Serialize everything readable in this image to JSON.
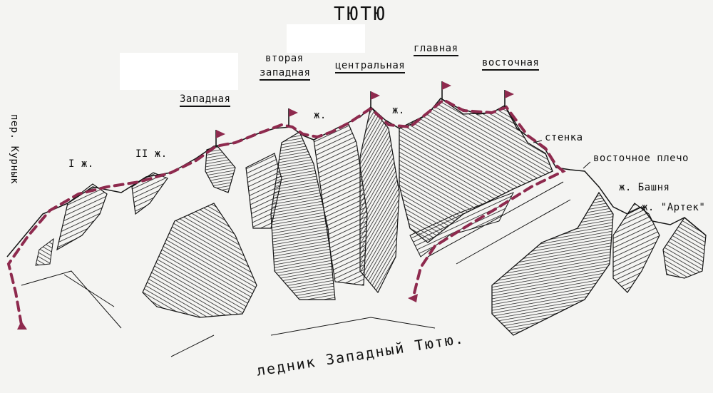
{
  "title": "ТЮТЮ",
  "labels": {
    "left_vertical": "пер. Курнык",
    "tower1": "I ж.",
    "tower2": "II ж.",
    "western": "Западная",
    "second_western_1": "вторая",
    "second_western_2": "западная",
    "gendarme_a": "ж.",
    "central": "центральная",
    "gendarme_b": "ж.",
    "main": "главная",
    "eastern": "восточная",
    "wall": "стенка",
    "east_shoulder": "восточное плечо",
    "tower_bashnya": "ж. Башня",
    "tower_artek": "ж. \"Артек\"",
    "glacier": "ледник Западный Тютю."
  },
  "colors": {
    "route": "#8e2a4e",
    "ink": "#151515",
    "paper": "#f4f4f2"
  },
  "icons": [
    "summit-flag-icon",
    "route-arrow-icon"
  ]
}
